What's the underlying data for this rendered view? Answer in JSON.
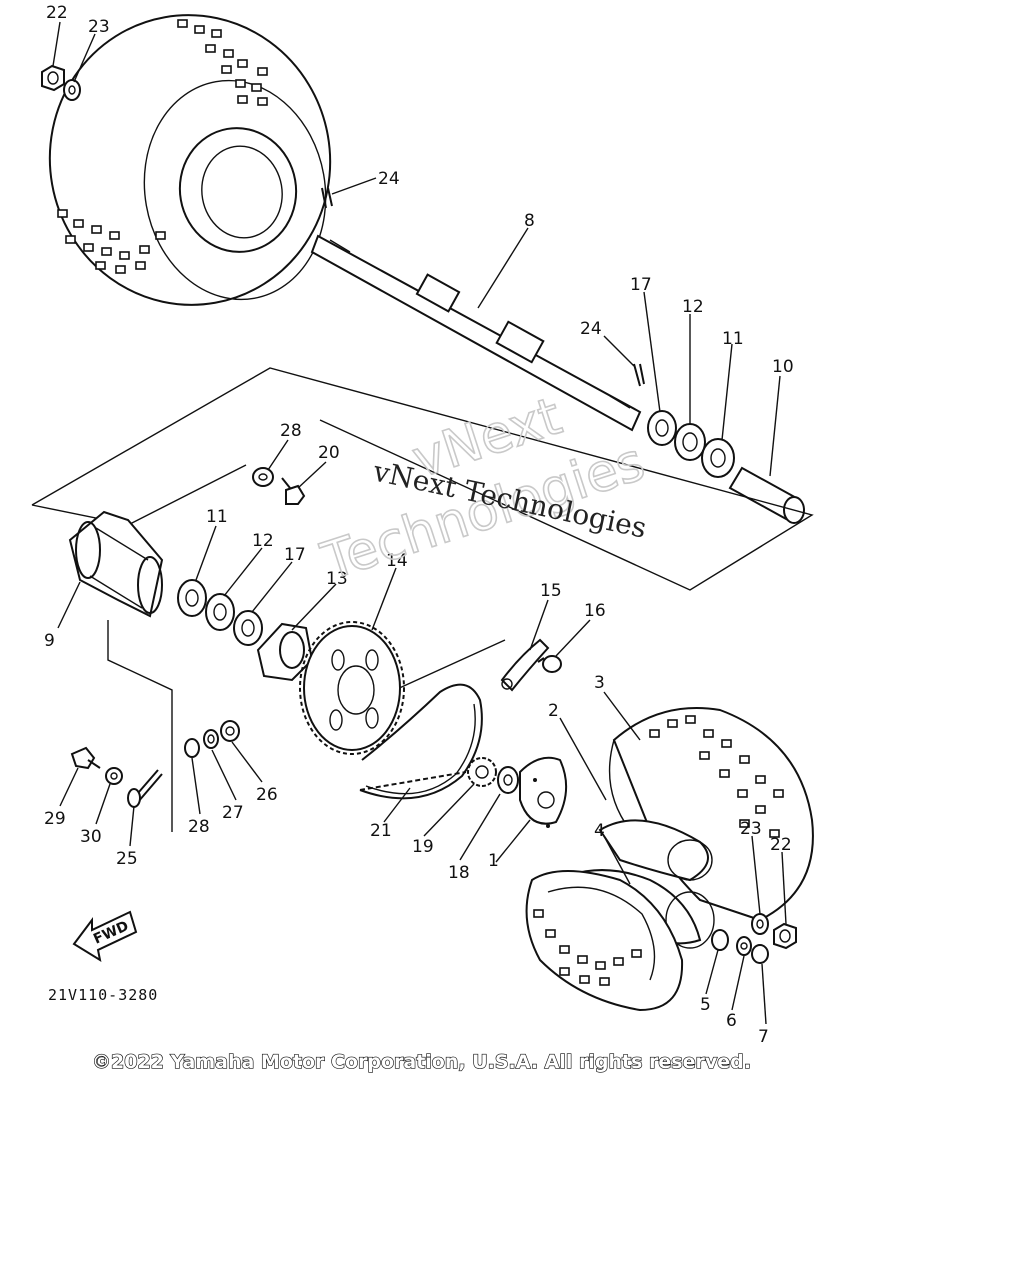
{
  "diagram": {
    "drawing_code": "21V110-3280",
    "fwd_label": "FWD",
    "copyright": "©2022 Yamaha Motor Corporation, U.S.A. All rights reserved.",
    "watermark_serif": "vNext Technologies",
    "watermark_outline_line1": "vNext",
    "watermark_outline_line2": "Technologies",
    "callouts": [
      "22",
      "23",
      "24",
      "8",
      "17",
      "12",
      "11",
      "24",
      "10",
      "28",
      "20",
      "11",
      "12",
      "17",
      "13",
      "14",
      "9",
      "15",
      "16",
      "3",
      "2",
      "29",
      "30",
      "25",
      "28",
      "27",
      "26",
      "21",
      "19",
      "18",
      "1",
      "4",
      "23",
      "22",
      "5",
      "6",
      "7"
    ]
  }
}
